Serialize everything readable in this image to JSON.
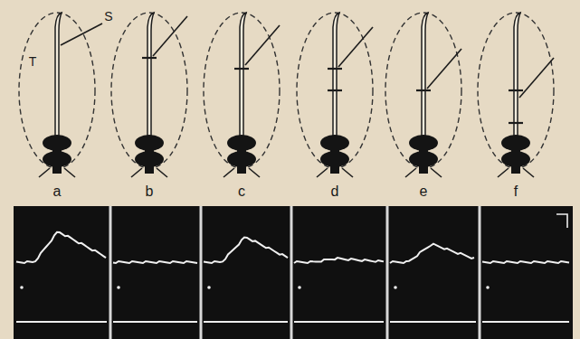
{
  "diagram": {
    "labels": [
      "S",
      "T",
      "a",
      "b",
      "c",
      "d",
      "e",
      "f"
    ]
  }
}
